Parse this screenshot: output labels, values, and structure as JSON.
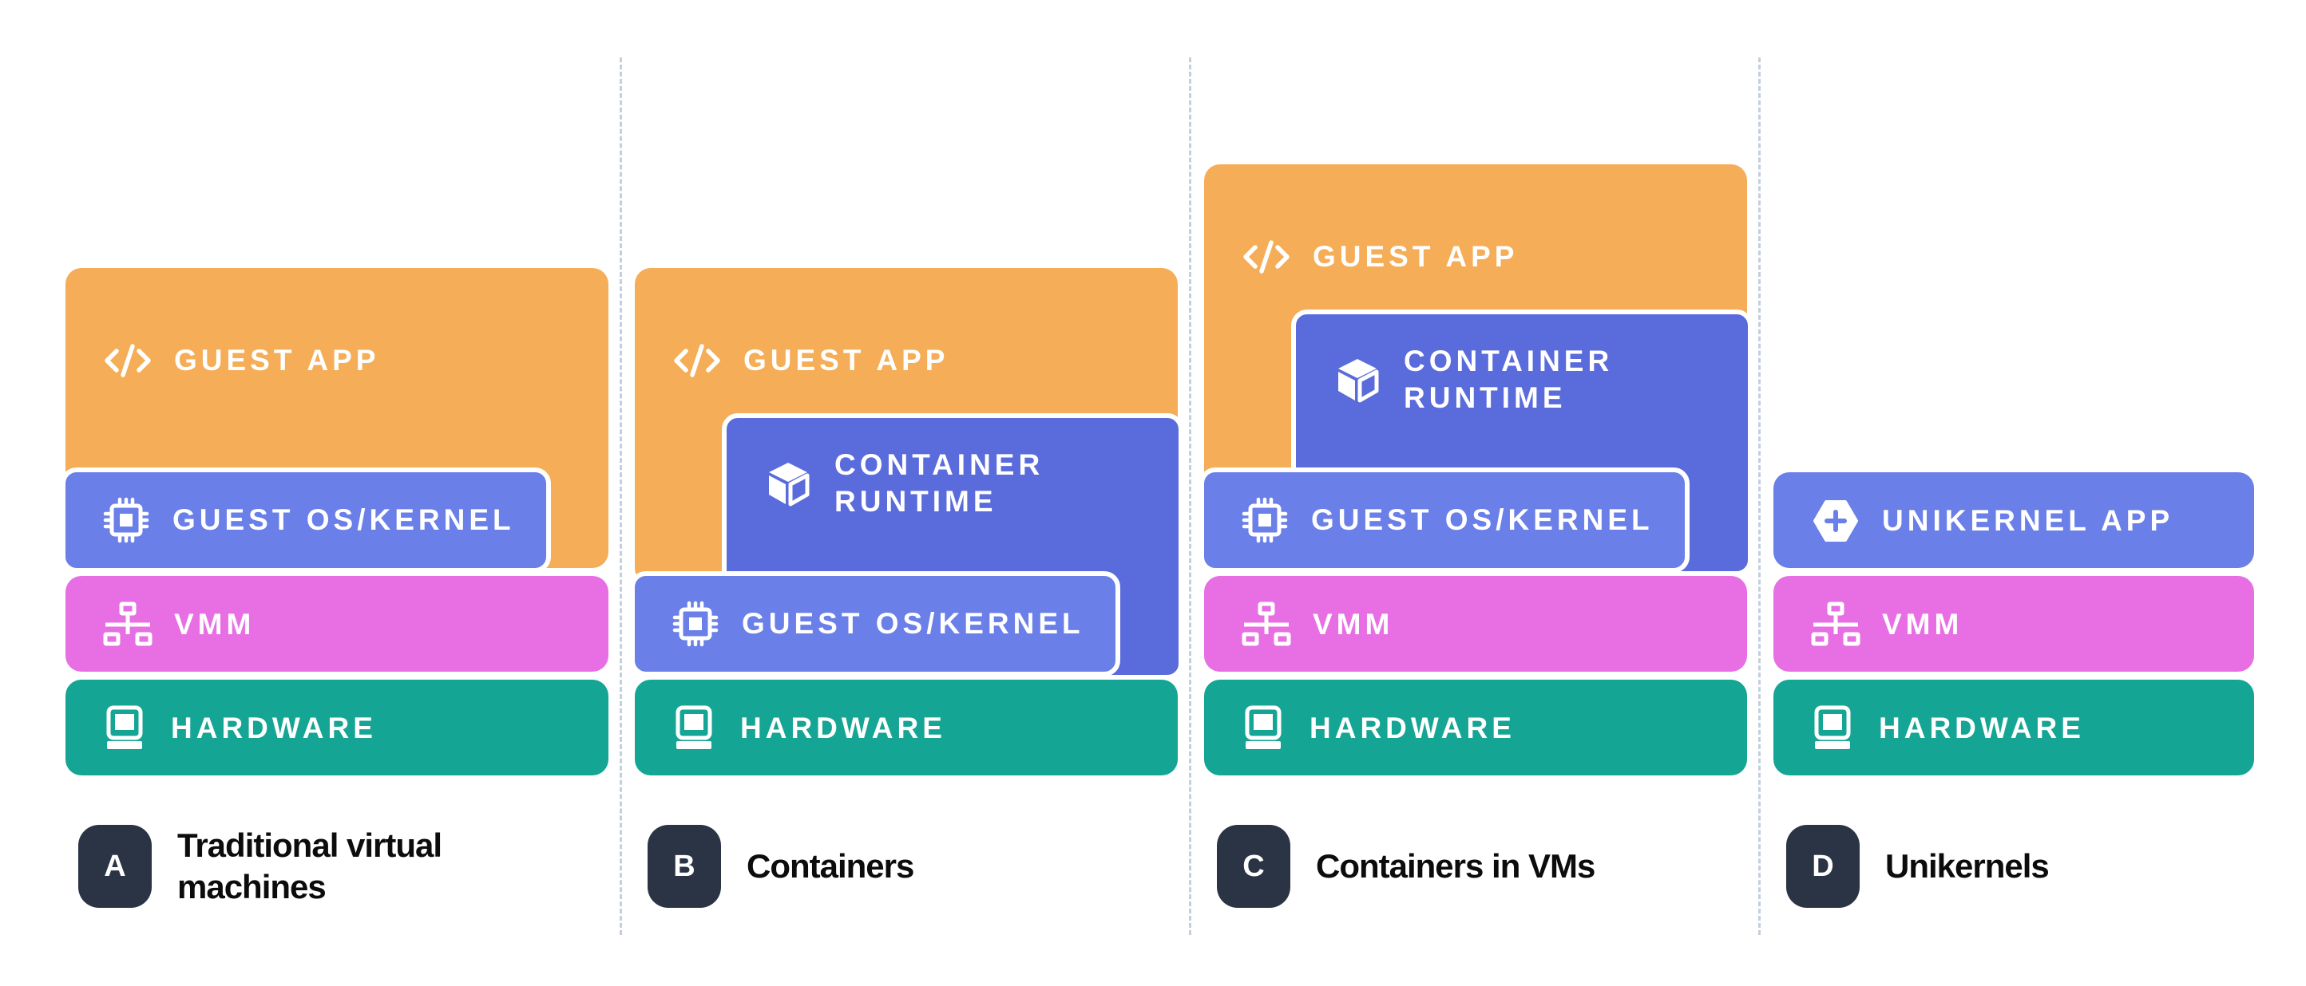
{
  "colors": {
    "guest_app": "#f5ad57",
    "container_runtime": "#5a6bdb",
    "guest_os": "#6a7fe8",
    "unikernel_app": "#6a7fe8",
    "vmm": "#e76fe3",
    "hardware": "#15a594",
    "badge": "#2b3444"
  },
  "labels": {
    "guest_app": "GUEST APP",
    "container_runtime": "CONTAINER RUNTIME",
    "guest_os": "GUEST OS/KERNEL",
    "vmm": "VMM",
    "hardware": "HARDWARE",
    "unikernel_app": "UNIKERNEL APP"
  },
  "icons": {
    "guest_app": "code-icon",
    "container_runtime": "cube-icon",
    "guest_os": "chip-icon",
    "vmm": "network-icon",
    "hardware": "computer-icon",
    "unikernel_app": "hexagon-plus-icon"
  },
  "columns": [
    {
      "letter": "A",
      "title": "Traditional virtual machines",
      "layers": [
        "guest_app",
        "guest_os",
        "vmm",
        "hardware"
      ]
    },
    {
      "letter": "B",
      "title": "Containers",
      "layers": [
        "guest_app",
        "container_runtime",
        "guest_os",
        "hardware"
      ]
    },
    {
      "letter": "C",
      "title": "Containers in VMs",
      "layers": [
        "guest_app",
        "container_runtime",
        "guest_os",
        "vmm",
        "hardware"
      ]
    },
    {
      "letter": "D",
      "title": "Unikernels",
      "layers": [
        "unikernel_app",
        "vmm",
        "hardware"
      ]
    }
  ]
}
